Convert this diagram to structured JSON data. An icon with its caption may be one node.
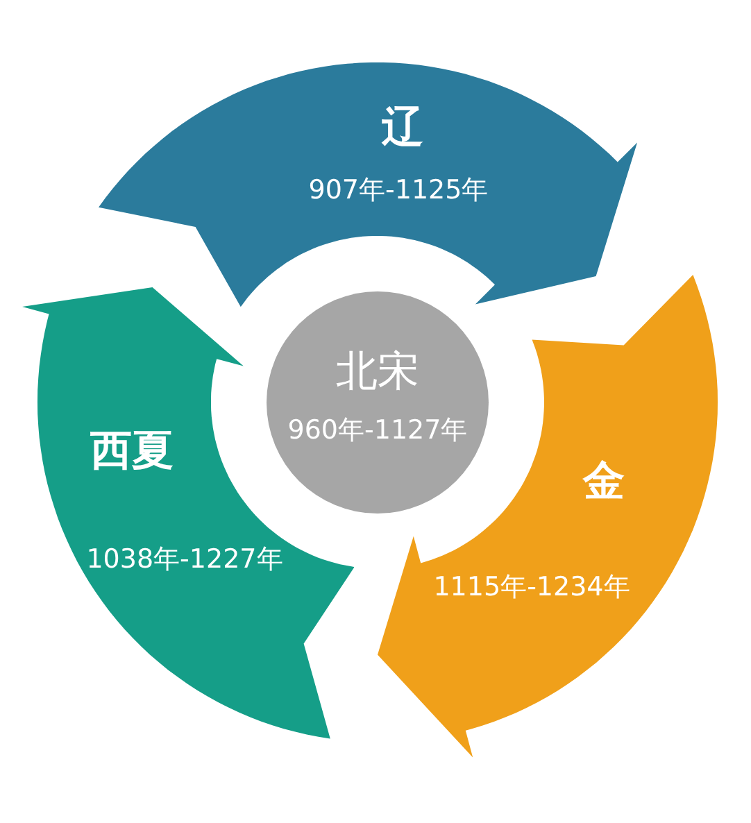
{
  "diagram": {
    "nodes": [
      {
        "text": [
          "辽",
          "907年-1125年"
        ]
      },
      {
        "text": [
          "金",
          "1115年-1234年"
        ]
      },
      {
        "text": [
          "西夏",
          "1038年-1227年"
        ]
      },
      {
        "text": [
          "北宋",
          "960年-1127年"
        ]
      }
    ]
  }
}
